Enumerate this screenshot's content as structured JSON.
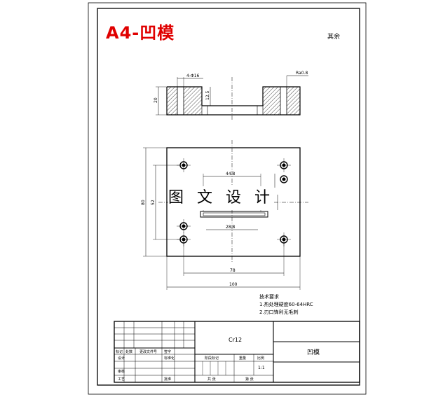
{
  "drawing": {
    "title": "A4-凹模",
    "roughness_mark": "其余",
    "watermark": "图 文 设 计"
  },
  "top_view_dims": {
    "holes": "4-Φ16",
    "depth": "12.5",
    "height": "20",
    "roughness": "Ra0.8"
  },
  "plan_view_dims": {
    "opening_width_top": "44.8",
    "opening_width_bottom": "28.8",
    "total_height": "80",
    "hole_spacing_v": "52",
    "hole_spacing_h": "78",
    "total_width": "100"
  },
  "technical_notes": {
    "heading": "技术要求",
    "line1": "1.热处理硬度60-64HRC",
    "line2": "2.刃口锋利无毛刺"
  },
  "title_block": {
    "material": "Cr12",
    "part_name": "凹模",
    "scale": "1:1",
    "labels": {
      "mark": "标记",
      "qty": "处数",
      "doc_no": "更改文件号",
      "sign": "签字",
      "design": "设计",
      "standard": "标准化",
      "stage_mark": "阶段标记",
      "weight": "重量",
      "scale": "比例",
      "review": "审核",
      "process": "工艺",
      "approve": "批准",
      "sheet_total": "共 张",
      "sheet_no": "第 张"
    }
  }
}
